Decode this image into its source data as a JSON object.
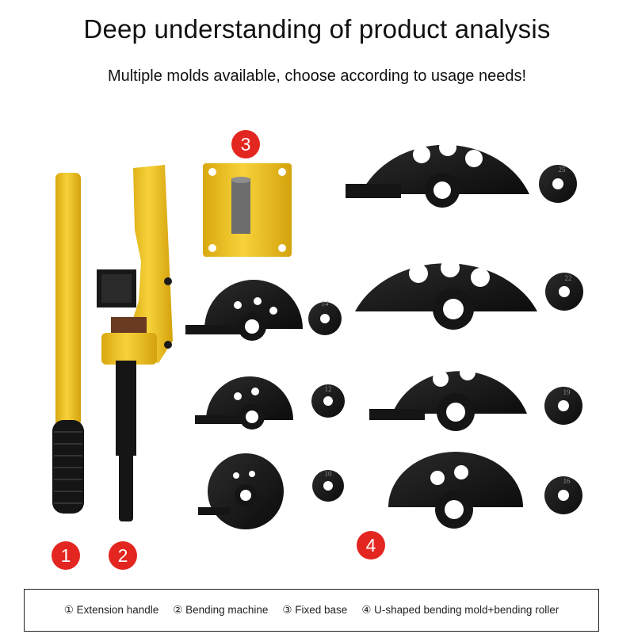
{
  "header": {
    "title": "Deep understanding of product analysis",
    "subtitle": "Multiple molds available, choose according to usage needs!"
  },
  "badges": [
    "1",
    "2",
    "3",
    "4"
  ],
  "roller_sizes": [
    "25",
    "22",
    "19",
    "16",
    "14",
    "12",
    "10"
  ],
  "legend": {
    "items": [
      "① Extension handle",
      "② Bending machine",
      "③ Fixed base",
      "④ U-shaped bending mold+bending roller"
    ]
  },
  "colors": {
    "accent_red": "#e32620",
    "tool_yellow": "#f2c21b",
    "mold_black": "#151515"
  }
}
